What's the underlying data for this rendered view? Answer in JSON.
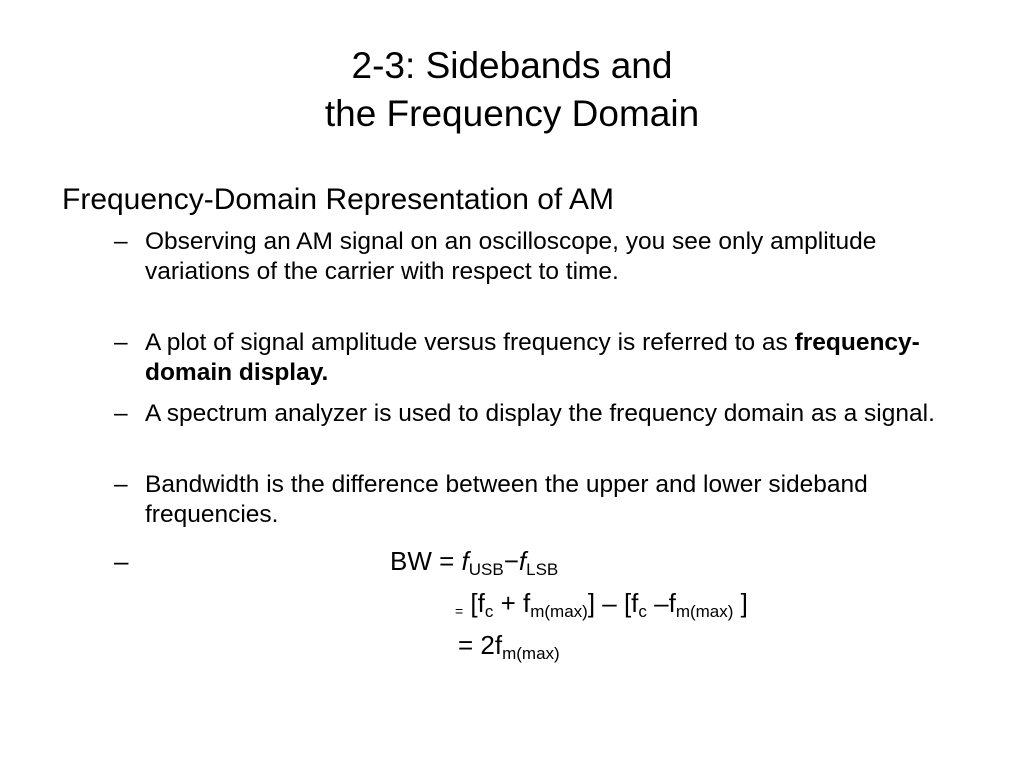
{
  "slide": {
    "title_line1": "2-3: Sidebands and",
    "title_line2": "the Frequency Domain",
    "heading": "Frequency-Domain Representation of AM",
    "dash": "–",
    "bullets": {
      "b1": "Observing an AM signal on an oscilloscope, you see only amplitude variations of the carrier with respect to time.",
      "b2_pre": "A plot of signal amplitude versus frequency is referred to as ",
      "b2_bold": "frequency-domain display.",
      "b3": "A spectrum analyzer is used to display the frequency domain as a signal.",
      "b4": "Bandwidth is the difference between the upper and lower sideband frequencies."
    },
    "equation": {
      "line1_prefix": "BW = ",
      "f": "f",
      "usb": "USB",
      "minus": "−",
      "lsb": "LSB",
      "line2_eq": "=",
      "open1": " [f",
      "c": "c",
      "plus_f": " + f",
      "mmax": "m(max)",
      "close_minus_open": "] – [f",
      "minus_f": " –f",
      "close2": " ]",
      "line3_prefix": "= 2f"
    }
  }
}
